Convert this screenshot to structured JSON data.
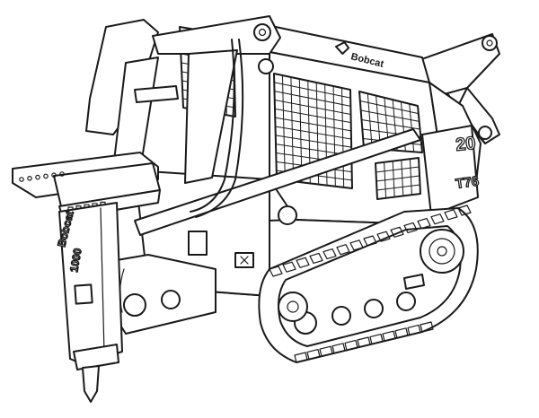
{
  "image": {
    "brand_cab": "Bobcat",
    "brand_breaker": "Bobcat",
    "model_side": "T76",
    "model_number_cab": "20",
    "breaker_model": "1000",
    "style": "black line-art coloring page",
    "colors": {
      "line": "#1a1a1a",
      "background": "#ffffff"
    },
    "icons": [
      "bobcat-logo-icon"
    ]
  }
}
